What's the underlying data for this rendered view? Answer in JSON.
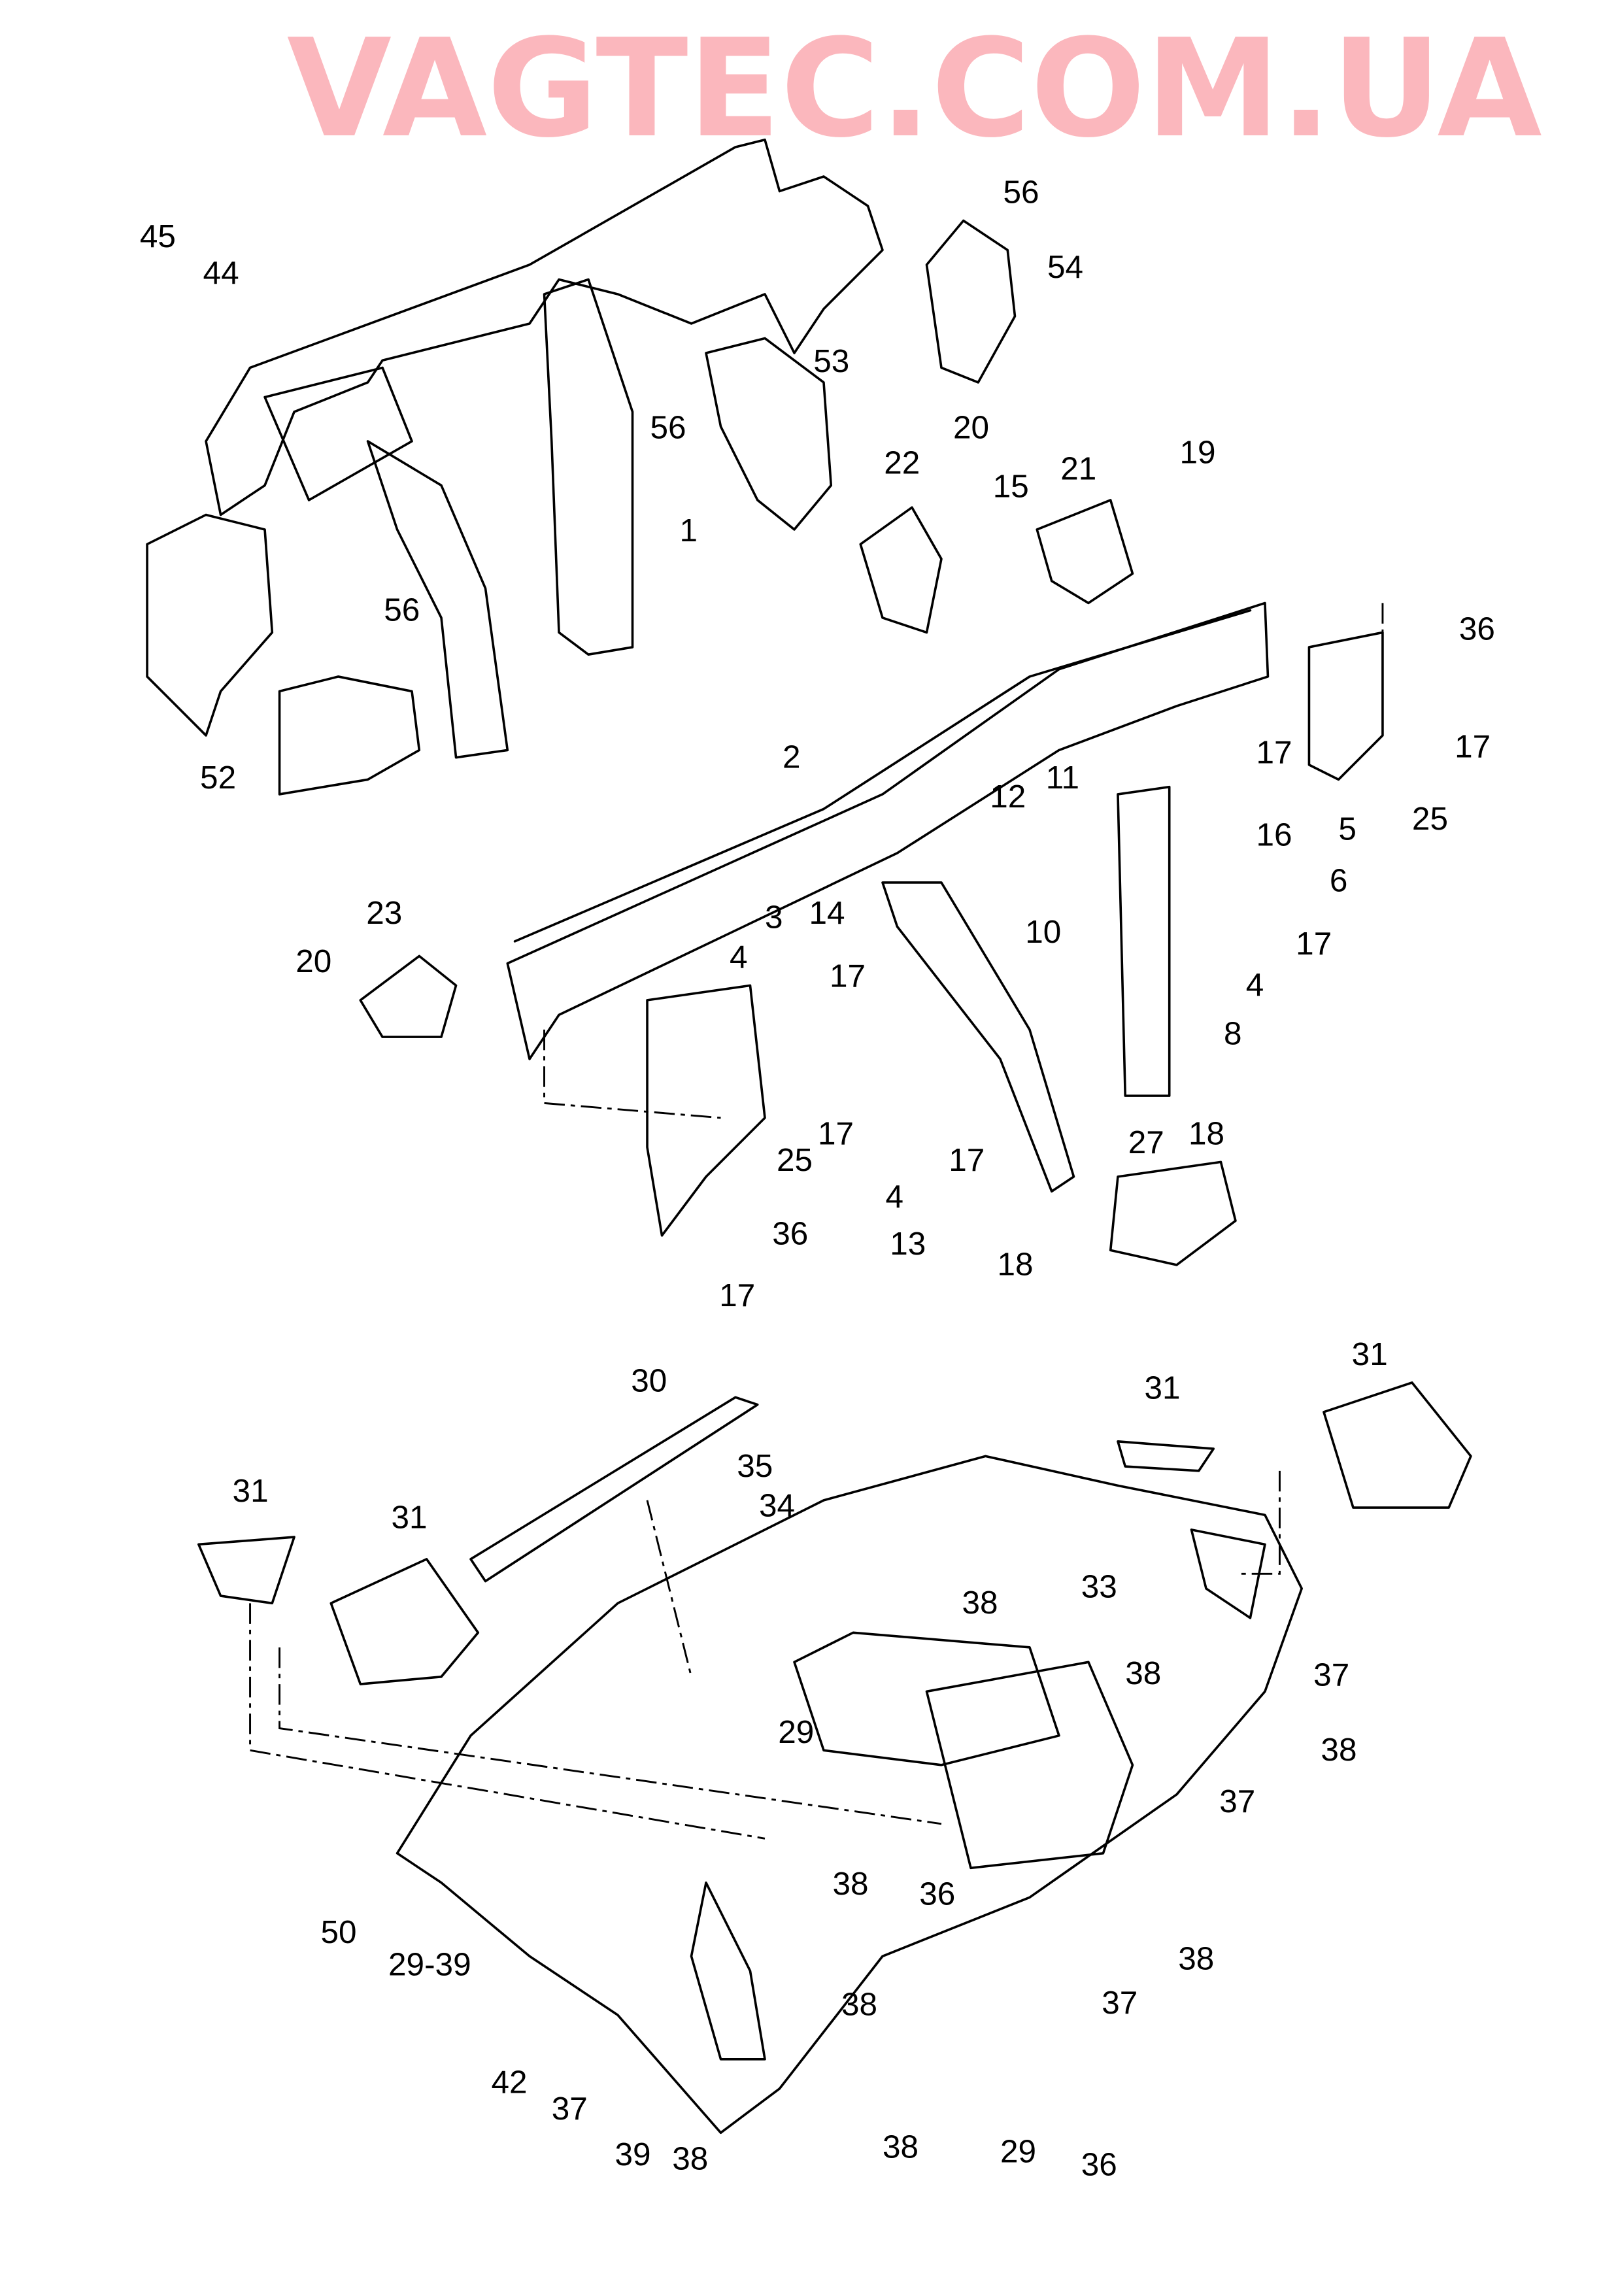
{
  "watermark": "VAGTEC.COM.UA",
  "watermark_color": "#fbb0b6",
  "callouts": [
    "45",
    "44",
    "56",
    "54",
    "53",
    "56",
    "1",
    "20",
    "22",
    "15",
    "21",
    "19",
    "56",
    "52",
    "36",
    "17",
    "17",
    "11",
    "12",
    "5",
    "25",
    "16",
    "6",
    "2",
    "3",
    "14",
    "10",
    "4",
    "23",
    "20",
    "17",
    "17",
    "4",
    "8",
    "17",
    "25",
    "17",
    "18",
    "27",
    "4",
    "13",
    "18",
    "36",
    "17",
    "30",
    "35",
    "34",
    "31",
    "31",
    "31",
    "31",
    "38",
    "33",
    "38",
    "37",
    "38",
    "29",
    "37",
    "38",
    "36",
    "50",
    "29-39",
    "38",
    "38",
    "37",
    "42",
    "37",
    "39",
    "38",
    "38",
    "29",
    "36"
  ]
}
